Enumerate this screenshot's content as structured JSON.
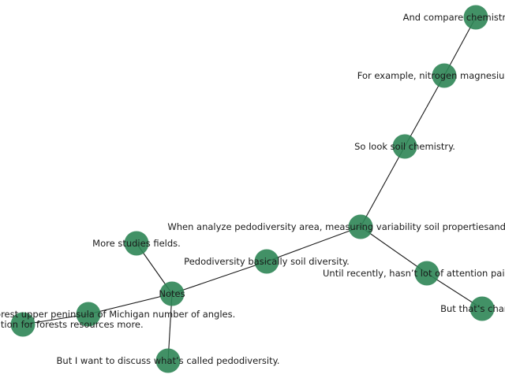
{
  "diagram": {
    "nodes": [
      {
        "id": "notes",
        "label": "Notes"
      },
      {
        "id": "pedo_basic",
        "label": "Pedodiversity basically soil diversity."
      },
      {
        "id": "analyze",
        "label": "When analyze pedodiversity area, measuring variability soil propertiesand different t"
      },
      {
        "id": "soil_chem",
        "label": "So look soil chemistry."
      },
      {
        "id": "nitrogen",
        "label": "For example, nitrogen magnesium the"
      },
      {
        "id": "compare",
        "label": "And compare chemistry of soil s"
      },
      {
        "id": "until",
        "label": "Until recently, hasn’t lot of attention paid to p"
      },
      {
        "id": "changing",
        "label": "But that’s changin"
      },
      {
        "id": "studies",
        "label": "More studies fields."
      },
      {
        "id": "discuss",
        "label": "But I want to discuss what’s called pedodiversity."
      },
      {
        "id": "hardwood",
        "label": "hard wood forest upper peninsula of Michigan number of angles."
      },
      {
        "id": "stability",
        "label": "s stability, to competition for forests resources more."
      }
    ],
    "edges": [
      [
        "notes",
        "pedo_basic"
      ],
      [
        "pedo_basic",
        "analyze"
      ],
      [
        "analyze",
        "soil_chem"
      ],
      [
        "soil_chem",
        "nitrogen"
      ],
      [
        "nitrogen",
        "compare"
      ],
      [
        "analyze",
        "until"
      ],
      [
        "until",
        "changing"
      ],
      [
        "notes",
        "studies"
      ],
      [
        "notes",
        "discuss"
      ],
      [
        "notes",
        "hardwood"
      ],
      [
        "hardwood",
        "stability"
      ]
    ]
  }
}
